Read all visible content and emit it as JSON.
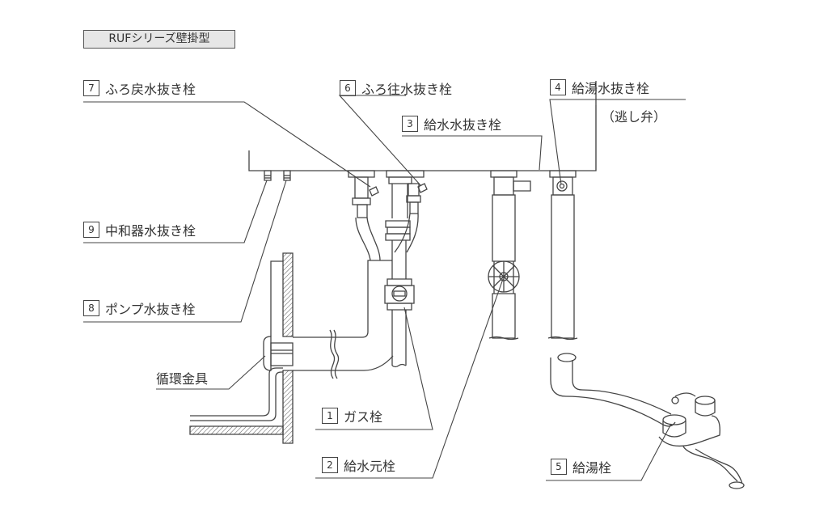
{
  "title": "RUFシリーズ壁掛型",
  "labels": {
    "l1": {
      "num": "1",
      "text": "ガス栓"
    },
    "l2": {
      "num": "2",
      "text": "給水元栓"
    },
    "l3": {
      "num": "3",
      "text": "給水水抜き栓"
    },
    "l4": {
      "num": "4",
      "text": "給湯水抜き栓",
      "note": "（逃し弁）"
    },
    "l5": {
      "num": "5",
      "text": "給湯栓"
    },
    "l6": {
      "num": "6",
      "text": "ふろ往水抜き栓"
    },
    "l7": {
      "num": "7",
      "text": "ふろ戻水抜き栓"
    },
    "l8": {
      "num": "8",
      "text": "ポンプ水抜き栓"
    },
    "l9": {
      "num": "9",
      "text": "中和器水抜き栓"
    },
    "fitting": "循環金具"
  },
  "colors": {
    "line": "#444444",
    "title_bg": "#e6e6e6"
  }
}
